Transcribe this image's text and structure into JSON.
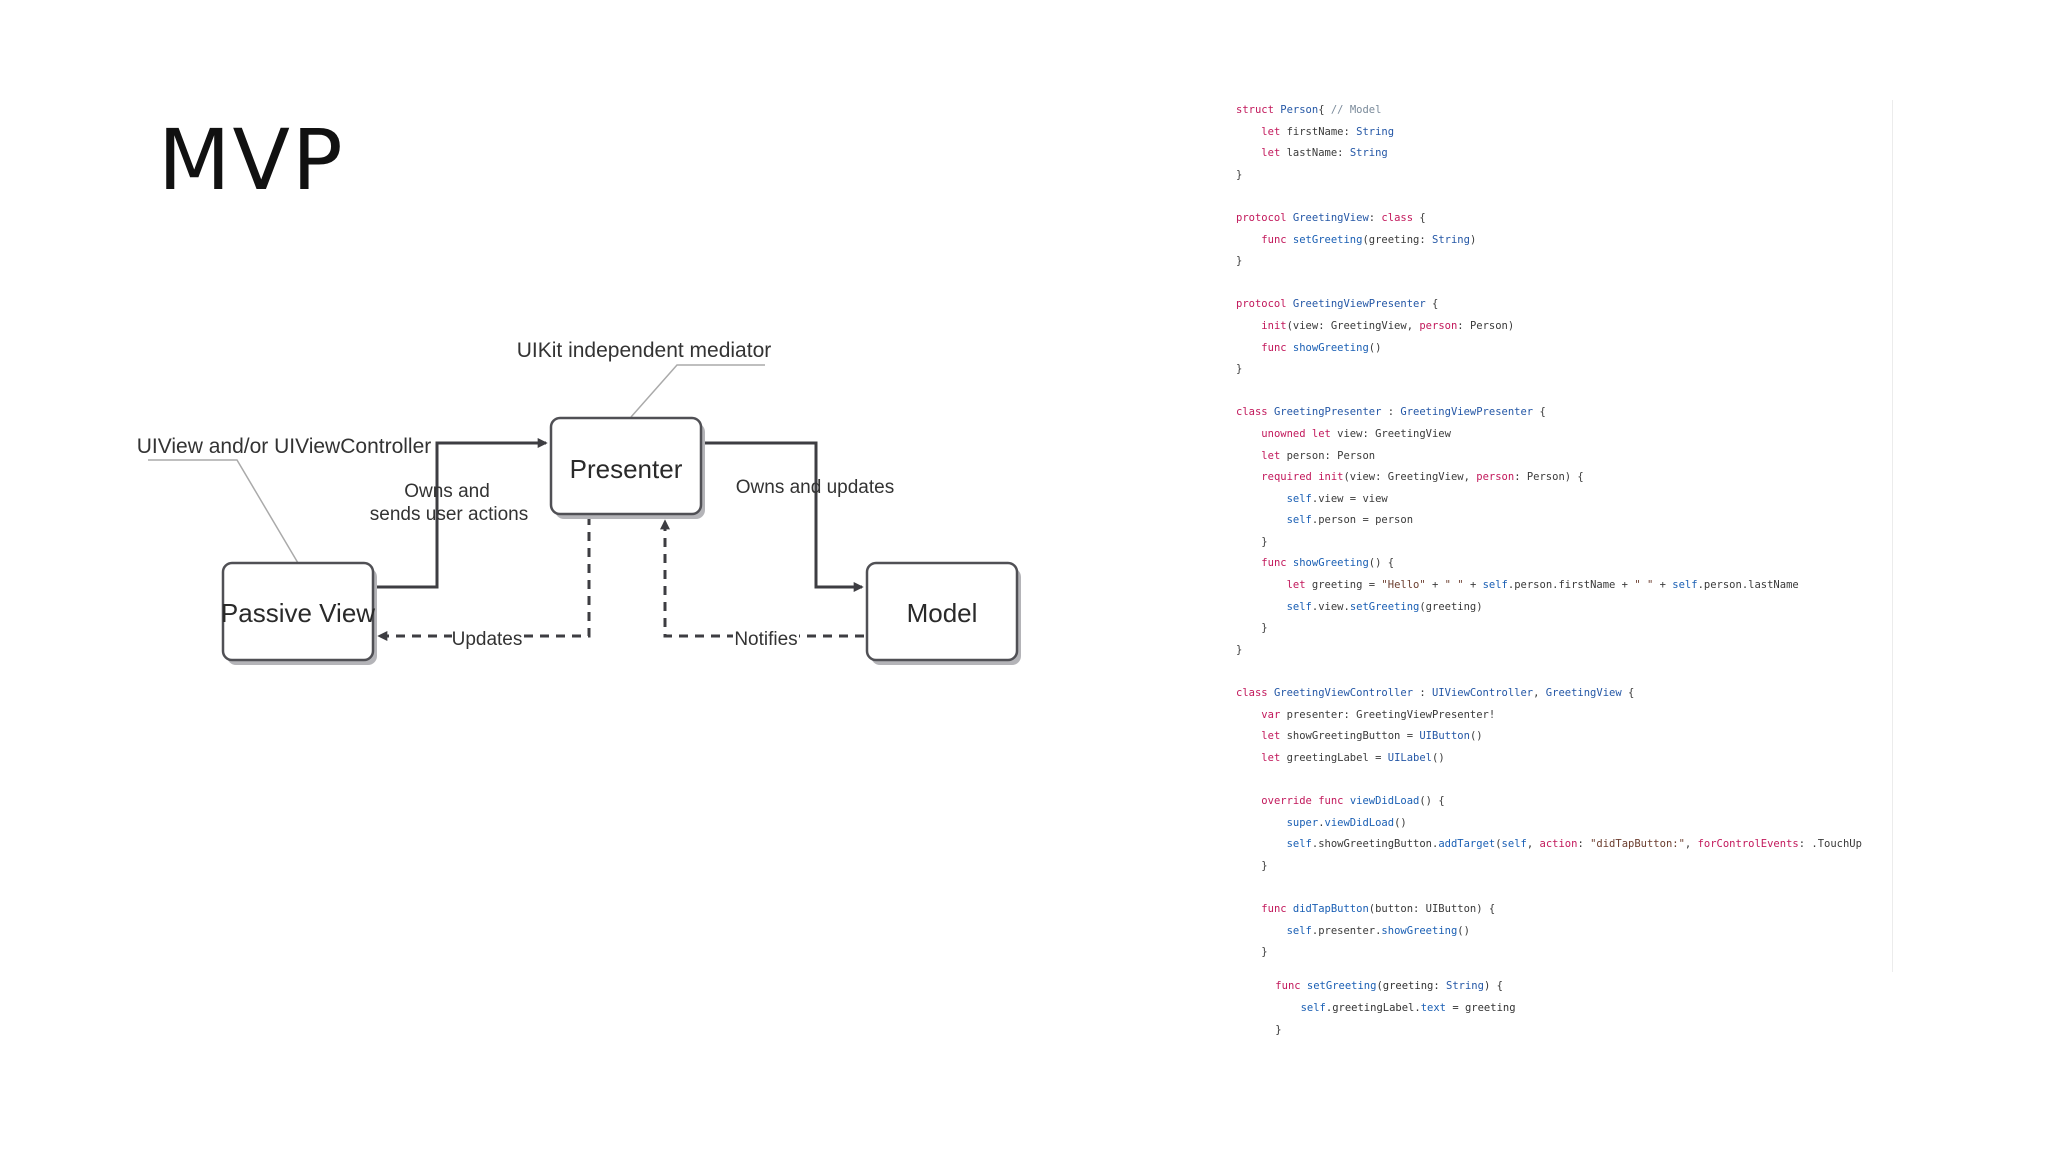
{
  "slide": {
    "title": "MVP"
  },
  "diagram": {
    "presenter": "Presenter",
    "passive_view": "Passive View",
    "model": "Model",
    "presenter_note": "UIKit independent mediator",
    "view_note": "UIView and/or UIViewController",
    "edge_view_to_presenter": [
      "Owns and",
      "sends user actions"
    ],
    "edge_presenter_to_model": "Owns and updates",
    "edge_presenter_to_view": "Updates",
    "edge_model_to_presenter": "Notifies"
  },
  "code": {
    "lines": [
      [
        [
          "kw",
          "struct "
        ],
        [
          "ty",
          "Person"
        ],
        [
          "",
          "{ "
        ],
        [
          "cm",
          "// Model"
        ]
      ],
      [
        [
          "",
          "    "
        ],
        [
          "kw",
          "let "
        ],
        [
          "",
          "firstName: "
        ],
        [
          "ty",
          "String"
        ]
      ],
      [
        [
          "",
          "    "
        ],
        [
          "kw",
          "let "
        ],
        [
          "",
          "lastName: "
        ],
        [
          "ty",
          "String"
        ]
      ],
      [
        [
          "",
          "}"
        ]
      ],
      [
        [
          "",
          ""
        ]
      ],
      [
        [
          "kw",
          "protocol "
        ],
        [
          "ty",
          "GreetingView"
        ],
        [
          "",
          ": "
        ],
        [
          "kw",
          "class"
        ],
        [
          "",
          " {"
        ]
      ],
      [
        [
          "",
          "    "
        ],
        [
          "kw",
          "func "
        ],
        [
          "fn",
          "setGreeting"
        ],
        [
          "",
          "(greeting: "
        ],
        [
          "ty",
          "String"
        ],
        [
          "",
          ")"
        ]
      ],
      [
        [
          "",
          "}"
        ]
      ],
      [
        [
          "",
          ""
        ]
      ],
      [
        [
          "kw",
          "protocol "
        ],
        [
          "ty",
          "GreetingViewPresenter"
        ],
        [
          "",
          " {"
        ]
      ],
      [
        [
          "",
          "    "
        ],
        [
          "kw",
          "init"
        ],
        [
          "",
          "(view: GreetingView, "
        ],
        [
          "kw",
          "person"
        ],
        [
          "",
          ": Person)"
        ]
      ],
      [
        [
          "",
          "    "
        ],
        [
          "kw",
          "func "
        ],
        [
          "fn",
          "showGreeting"
        ],
        [
          "",
          "()"
        ]
      ],
      [
        [
          "",
          "}"
        ]
      ],
      [
        [
          "",
          ""
        ]
      ],
      [
        [
          "kw",
          "class "
        ],
        [
          "ty",
          "GreetingPresenter"
        ],
        [
          "",
          " : "
        ],
        [
          "ty",
          "GreetingViewPresenter"
        ],
        [
          "",
          " {"
        ]
      ],
      [
        [
          "",
          "    "
        ],
        [
          "kw",
          "unowned let "
        ],
        [
          "",
          "view: GreetingView"
        ]
      ],
      [
        [
          "",
          "    "
        ],
        [
          "kw",
          "let "
        ],
        [
          "",
          "person: Person"
        ]
      ],
      [
        [
          "",
          "    "
        ],
        [
          "kw",
          "required init"
        ],
        [
          "",
          "(view: GreetingView, "
        ],
        [
          "kw",
          "person"
        ],
        [
          "",
          ": Person) {"
        ]
      ],
      [
        [
          "",
          "        "
        ],
        [
          "fn",
          "self"
        ],
        [
          "",
          ".view = view"
        ]
      ],
      [
        [
          "",
          "        "
        ],
        [
          "fn",
          "self"
        ],
        [
          "",
          ".person = person"
        ]
      ],
      [
        [
          "",
          "    }"
        ]
      ],
      [
        [
          "",
          "    "
        ],
        [
          "kw",
          "func "
        ],
        [
          "fn",
          "showGreeting"
        ],
        [
          "",
          "() {"
        ]
      ],
      [
        [
          "",
          "        "
        ],
        [
          "kw",
          "let "
        ],
        [
          "",
          "greeting = "
        ],
        [
          "st",
          "\"Hello\""
        ],
        [
          "",
          " + "
        ],
        [
          "st",
          "\" \""
        ],
        [
          "",
          " + "
        ],
        [
          "fn",
          "self"
        ],
        [
          "",
          ".person.firstName + "
        ],
        [
          "st",
          "\" \""
        ],
        [
          "",
          " + "
        ],
        [
          "fn",
          "self"
        ],
        [
          "",
          ".person.lastName"
        ]
      ],
      [
        [
          "",
          "        "
        ],
        [
          "fn",
          "self"
        ],
        [
          "",
          ".view."
        ],
        [
          "fn",
          "setGreeting"
        ],
        [
          "",
          "(greeting)"
        ]
      ],
      [
        [
          "",
          "    }"
        ]
      ],
      [
        [
          "",
          "}"
        ]
      ],
      [
        [
          "",
          ""
        ]
      ],
      [
        [
          "kw",
          "class "
        ],
        [
          "ty",
          "GreetingViewController"
        ],
        [
          "",
          " : "
        ],
        [
          "ty",
          "UIViewController"
        ],
        [
          "",
          ", "
        ],
        [
          "ty",
          "GreetingView"
        ],
        [
          "",
          " {"
        ]
      ],
      [
        [
          "",
          "    "
        ],
        [
          "kw",
          "var "
        ],
        [
          "",
          "presenter: GreetingViewPresenter!"
        ]
      ],
      [
        [
          "",
          "    "
        ],
        [
          "kw",
          "let "
        ],
        [
          "",
          "showGreetingButton = "
        ],
        [
          "ty",
          "UIButton"
        ],
        [
          "",
          "()"
        ]
      ],
      [
        [
          "",
          "    "
        ],
        [
          "kw",
          "let "
        ],
        [
          "",
          "greetingLabel = "
        ],
        [
          "ty",
          "UILabel"
        ],
        [
          "",
          "()"
        ]
      ],
      [
        [
          "",
          ""
        ]
      ],
      [
        [
          "",
          "    "
        ],
        [
          "kw",
          "override func "
        ],
        [
          "fn",
          "viewDidLoad"
        ],
        [
          "",
          "() {"
        ]
      ],
      [
        [
          "",
          "        "
        ],
        [
          "fn",
          "super"
        ],
        [
          "",
          "."
        ],
        [
          "fn",
          "viewDidLoad"
        ],
        [
          "",
          "()"
        ]
      ],
      [
        [
          "",
          "        "
        ],
        [
          "fn",
          "self"
        ],
        [
          "",
          ".showGreetingButton."
        ],
        [
          "fn",
          "addTarget"
        ],
        [
          "",
          "("
        ],
        [
          "fn",
          "self"
        ],
        [
          "",
          ", "
        ],
        [
          "kw",
          "action"
        ],
        [
          "",
          ": "
        ],
        [
          "st",
          "\"didTapButton:\""
        ],
        [
          "",
          ", "
        ],
        [
          "kw",
          "forControlEvents"
        ],
        [
          "",
          ": .TouchUp"
        ]
      ],
      [
        [
          "",
          "    }"
        ]
      ],
      [
        [
          "",
          ""
        ]
      ],
      [
        [
          "",
          "    "
        ],
        [
          "kw",
          "func "
        ],
        [
          "fn",
          "didTapButton"
        ],
        [
          "",
          "(button: UIButton) {"
        ]
      ],
      [
        [
          "",
          "        "
        ],
        [
          "fn",
          "self"
        ],
        [
          "",
          ".presenter."
        ],
        [
          "fn",
          "showGreeting"
        ],
        [
          "",
          "()"
        ]
      ],
      [
        [
          "",
          "    }"
        ]
      ]
    ],
    "tail_lines": [
      [
        [
          "",
          "    "
        ],
        [
          "kw",
          "func "
        ],
        [
          "fn",
          "setGreeting"
        ],
        [
          "",
          "(greeting: "
        ],
        [
          "ty",
          "String"
        ],
        [
          "",
          ") {"
        ]
      ],
      [
        [
          "",
          "        "
        ],
        [
          "fn",
          "self"
        ],
        [
          "",
          ".greetingLabel."
        ],
        [
          "fn",
          "text"
        ],
        [
          "",
          " = greeting"
        ]
      ],
      [
        [
          "",
          "    }"
        ]
      ]
    ]
  },
  "colors": {
    "node_border": "#505055",
    "node_shadow": "#b4b4b8",
    "edge": "#3d3d42",
    "text": "#2a2a2a",
    "note_line": "#aaaaaa"
  }
}
